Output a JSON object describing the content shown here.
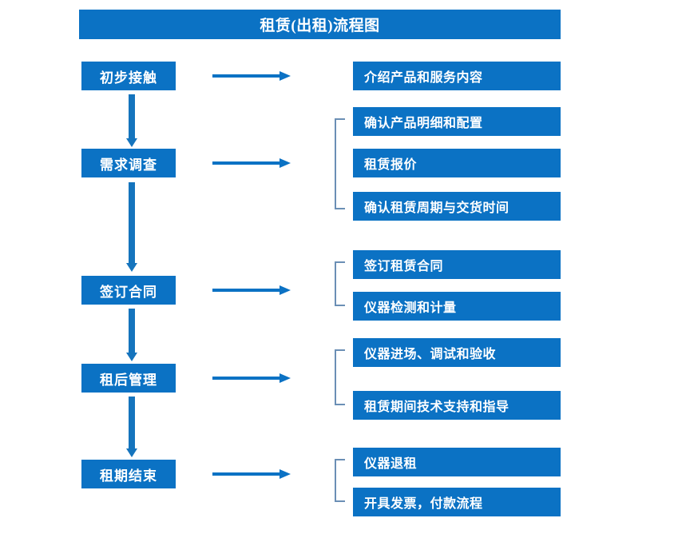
{
  "diagram": {
    "title": "租赁(出租)流程图",
    "colors": {
      "box_blue": "#0b72c4",
      "arrow_blue": "#1574bd",
      "bracket_gray_blue": "#6b8fb5",
      "text_white": "#ffffff",
      "background": "#ffffff"
    },
    "stages": [
      {
        "label": "初步接触"
      },
      {
        "label": "需求调查"
      },
      {
        "label": "签订合同"
      },
      {
        "label": "租后管理"
      },
      {
        "label": "租期结束"
      }
    ],
    "details": [
      {
        "label": "介绍产品和服务内容"
      },
      {
        "label": "确认产品明细和配置"
      },
      {
        "label": "租赁报价"
      },
      {
        "label": "确认租赁周期与交货时间"
      },
      {
        "label": "签订租赁合同"
      },
      {
        "label": "仪器检测和计量"
      },
      {
        "label": "仪器进场、调试和验收"
      },
      {
        "label": "租赁期间技术支持和指导"
      },
      {
        "label": "仪器退租"
      },
      {
        "label": "开具发票，付款流程"
      }
    ]
  }
}
